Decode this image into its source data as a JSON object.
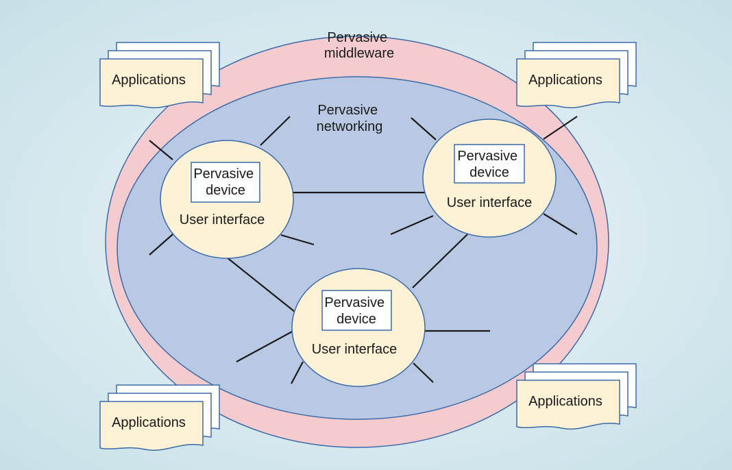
{
  "middleware_label": [
    "Pervasive",
    "middleware"
  ],
  "networking_label": [
    "Pervasive",
    "networking"
  ],
  "device": {
    "label_lines": [
      "Pervasive",
      "device"
    ],
    "ui_label": "User interface"
  },
  "applications_label": "Applications",
  "colors": {
    "background": "#cde6ee",
    "middleware_fill": "#f4cccf",
    "networking_fill": "#b9c9e4",
    "outline": "#3b6aa8",
    "device_fill": "#fdf1d6",
    "box_fill": "#ffffff"
  }
}
